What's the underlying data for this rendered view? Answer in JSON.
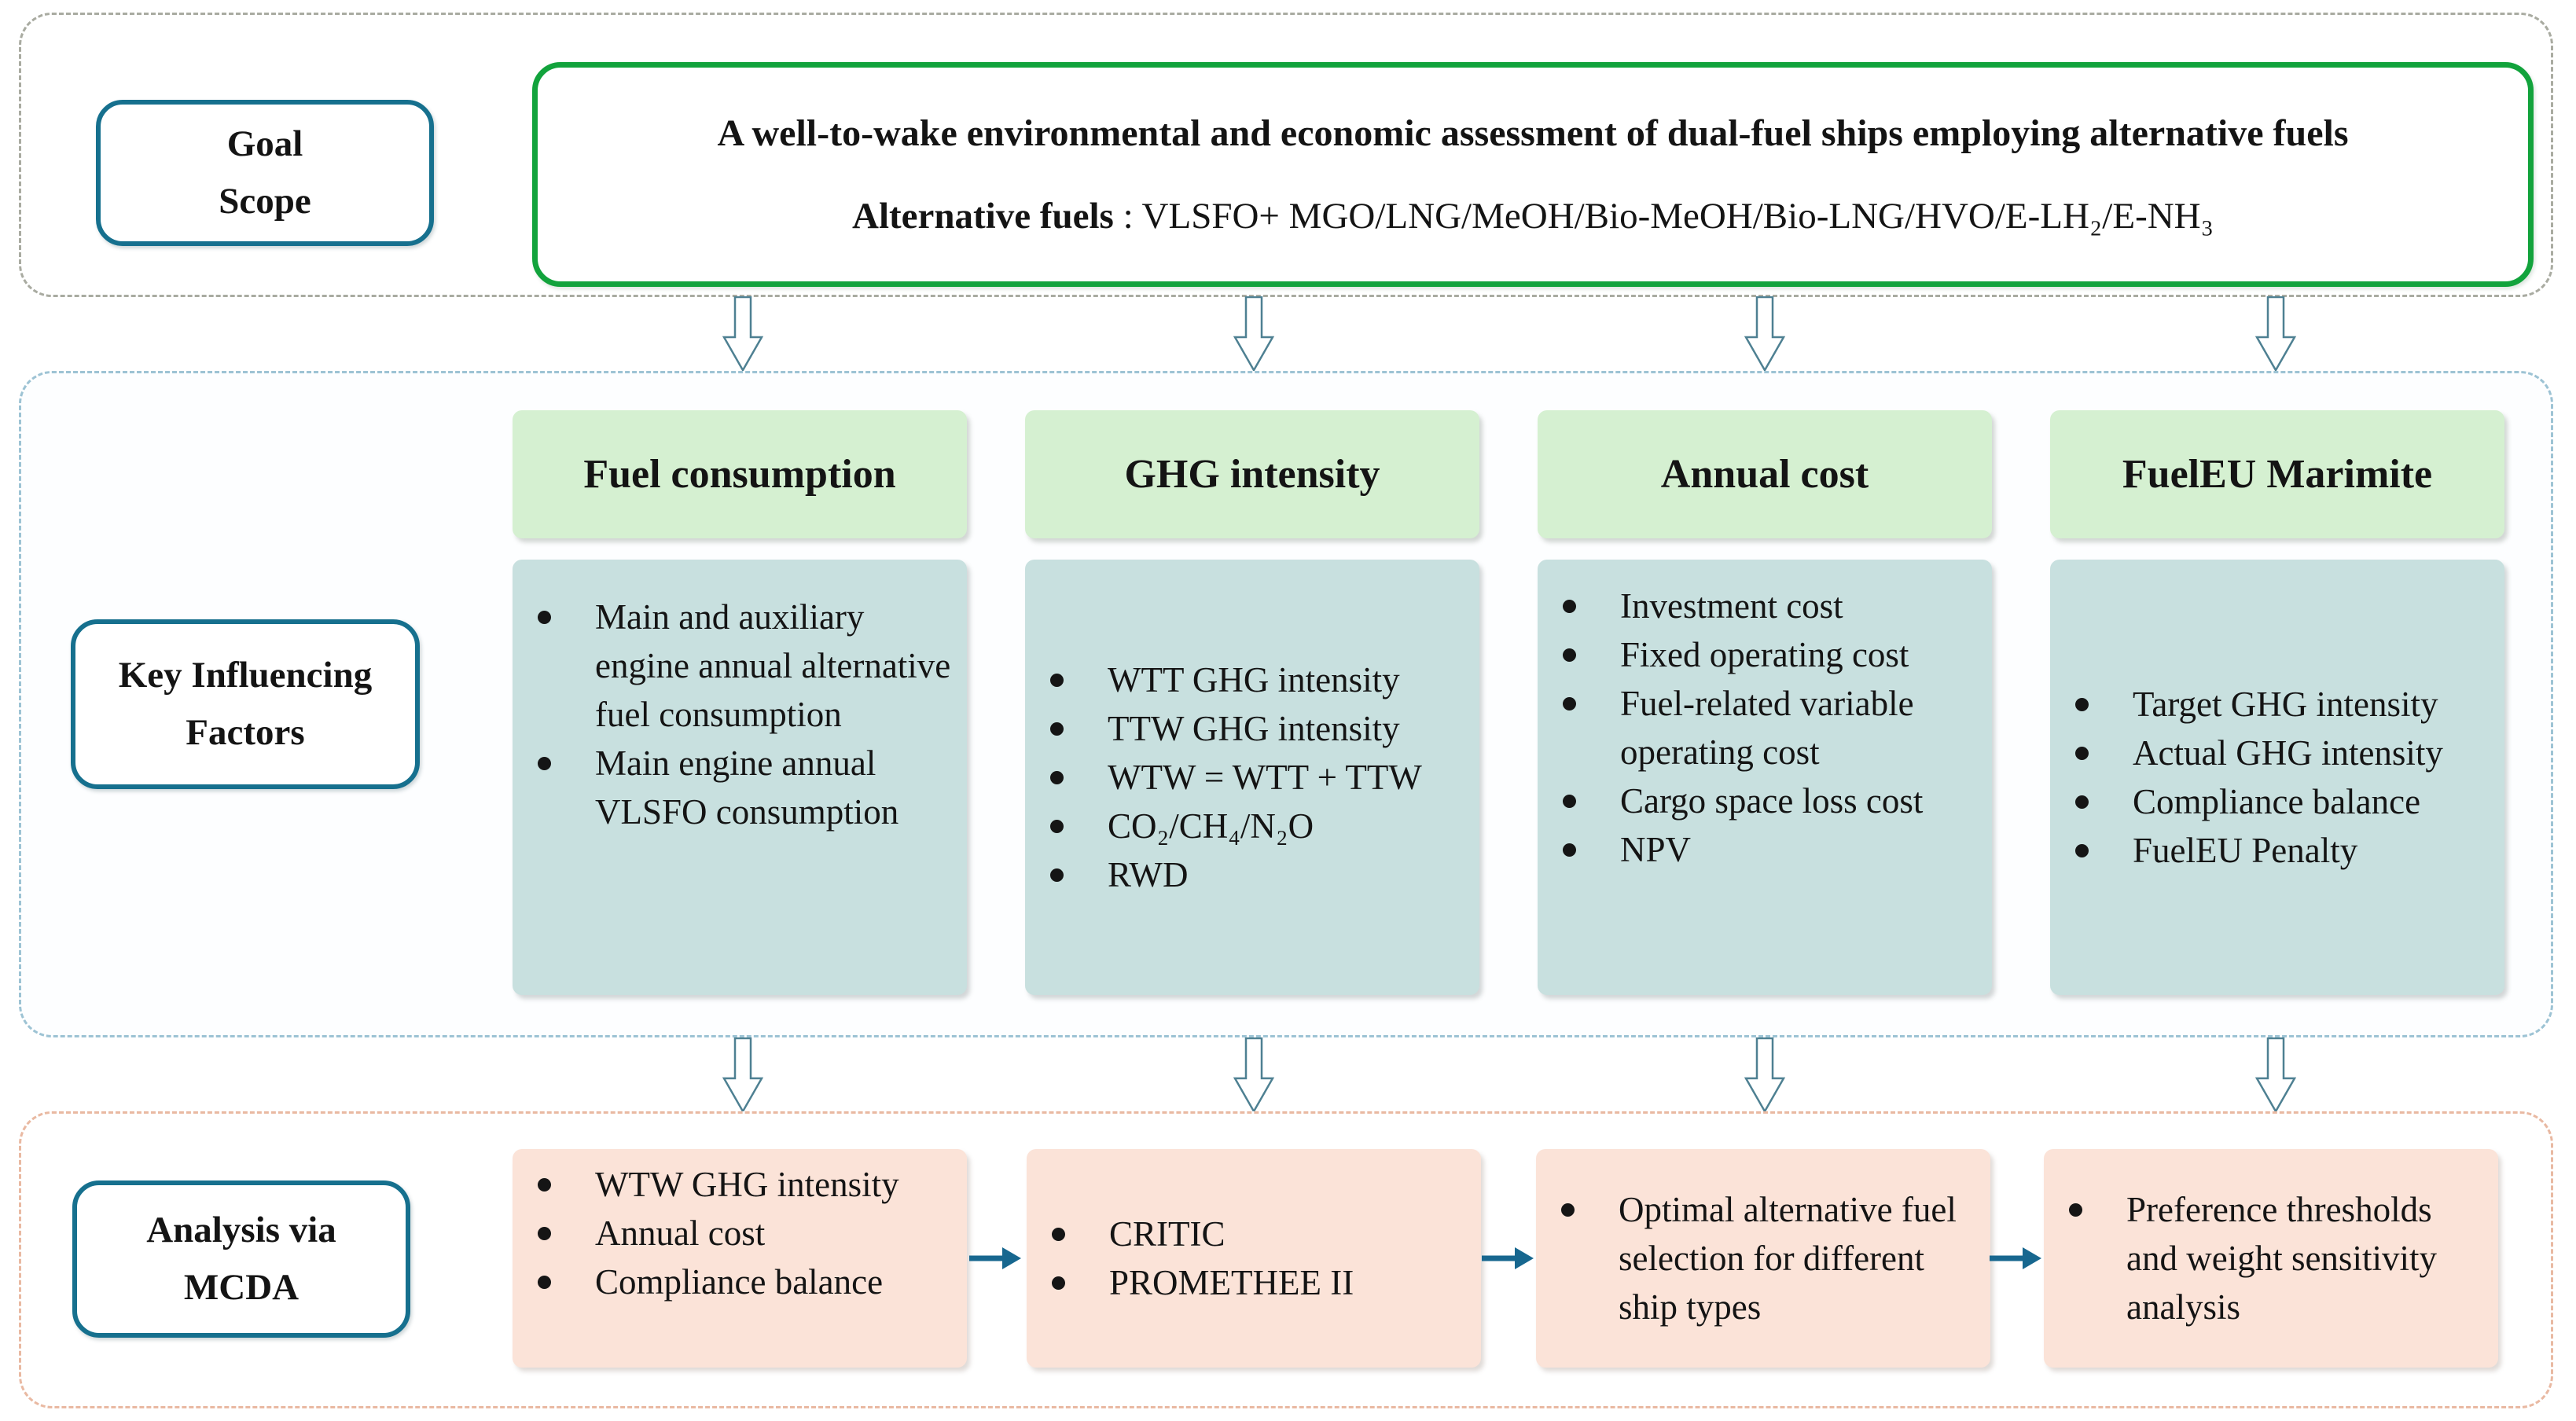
{
  "goal": {
    "label": "Goal\nScope",
    "title": "A well-to-wake environmental and economic assessment of dual-fuel ships employing alternative fuels",
    "subtitle_label": "Alternative fuels",
    "subtitle_value": " : VLSFO+ MGO/LNG/MeOH/Bio-MeOH/Bio-LNG/HVO/E-LH₂/E-NH₃"
  },
  "factors": {
    "label": "Key Influencing\nFactors",
    "columns": [
      {
        "header": "Fuel consumption",
        "items": [
          "Main and auxiliary engine annual alternative fuel consumption",
          "Main engine annual VLSFO consumption"
        ]
      },
      {
        "header": "GHG intensity",
        "items": [
          "WTT GHG intensity",
          "TTW GHG intensity",
          "WTW = WTT + TTW",
          "CO₂/CH₄/N₂O",
          "RWD"
        ]
      },
      {
        "header": "Annual cost",
        "items": [
          "Investment cost",
          "Fixed operating cost",
          "Fuel-related variable operating cost",
          "Cargo space loss cost",
          "NPV"
        ]
      },
      {
        "header": "FuelEU Marimite",
        "items": [
          "Target GHG intensity",
          "Actual GHG intensity",
          "Compliance balance",
          "FuelEU Penalty"
        ]
      }
    ]
  },
  "analysis": {
    "label": "Analysis via\nMCDA",
    "boxes": [
      {
        "items": [
          "WTW GHG intensity",
          "Annual cost",
          "Compliance balance"
        ]
      },
      {
        "items": [
          "CRITIC",
          "PROMETHEE II"
        ]
      },
      {
        "items": [
          "Optimal alternative fuel selection for different ship types"
        ]
      },
      {
        "items": [
          "Preference thresholds and weight sensitivity analysis"
        ]
      }
    ]
  },
  "colors": {
    "label_border_teal": "#16708e",
    "title_border_green": "#12a33c",
    "header_fill_green": "#d5f0d1",
    "factor_fill_teal": "#c8e0df",
    "analysis_fill_pink": "#fbe3d8",
    "arrow_teal": "#17678f",
    "down_arrow_outline": "#4e8092",
    "section_goal_border": "#a9aba1",
    "section_factors_border": "#9dc3d4",
    "section_analysis_border": "#e9b9a2"
  }
}
